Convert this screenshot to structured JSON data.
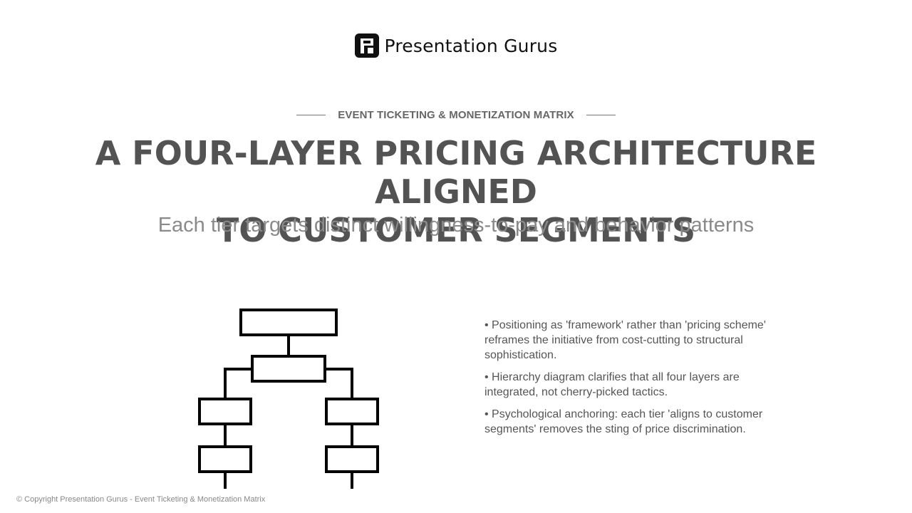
{
  "brand": {
    "name": "Presentation Gurus",
    "logo_icon": "presentation-gurus-logo-icon"
  },
  "eyebrow": "EVENT TICKETING & MONETIZATION MATRIX",
  "title_line1": "A FOUR-LAYER PRICING ARCHITECTURE ALIGNED",
  "title_line2": "TO CUSTOMER SEGMENTS",
  "subtitle": "Each tier targets distinct willingness-to-pay and behavior patterns",
  "diagram": {
    "icon": "hierarchy-diagram-icon"
  },
  "bullets": [
    "• Positioning as 'framework' rather than 'pricing scheme' reframes the initiative from cost-cutting to structural sophistication.",
    "• Hierarchy diagram clarifies that all four layers are integrated, not cherry-picked tactics.",
    "• Psychological anchoring: each tier 'aligns to customer segments' removes the sting of price discrimination."
  ],
  "footer": "© Copyright Presentation Gurus - Event Ticketing & Monetization Matrix"
}
